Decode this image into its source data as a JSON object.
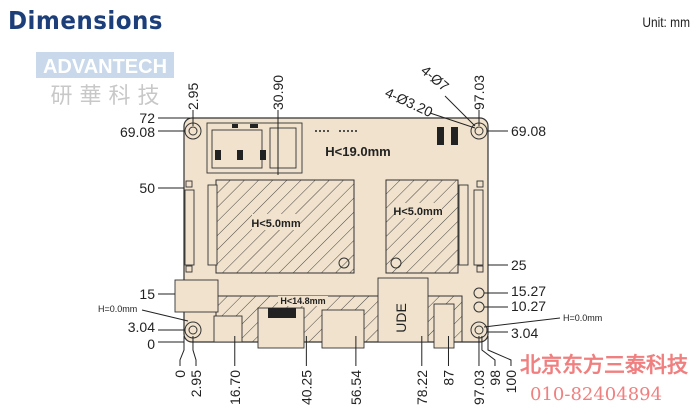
{
  "header": {
    "title": "Dimensions",
    "unit": "Unit: mm"
  },
  "watermarks": {
    "brand": "ADVANTECH",
    "brand_cn": "研 華 科 技",
    "dealer": "北京东方三泰科技",
    "phone": "010-82404894"
  },
  "annotations": {
    "height_main": "H<19.0mm",
    "height_module_left": "H<5.0mm",
    "height_module_right": "H<5.0mm",
    "height_bottom": "H<14.8mm",
    "h_zero_left": "H=0.0mm",
    "h_zero_right": "H=0.0mm",
    "hole_outer": "4-Ø7",
    "hole_inner": "4-Ø3.20",
    "port_label": "UDE"
  },
  "top_dims": [
    "2.95",
    "30.90",
    "97.03"
  ],
  "left_dims": [
    "72",
    "69.08",
    "50",
    "15",
    "3.04",
    "0"
  ],
  "right_dims": [
    "69.08",
    "25",
    "15.27",
    "10.27",
    "3.04"
  ],
  "bottom_dims": [
    "0",
    "2.95",
    "16.70",
    "40.25",
    "56.54",
    "78.22",
    "87",
    "97.03",
    "98",
    "100"
  ],
  "colors": {
    "title": "#1c3f7a",
    "board": "#f0e2cc",
    "watermark_red": "#f08080",
    "watermark_blue": "#c9d8ea"
  }
}
